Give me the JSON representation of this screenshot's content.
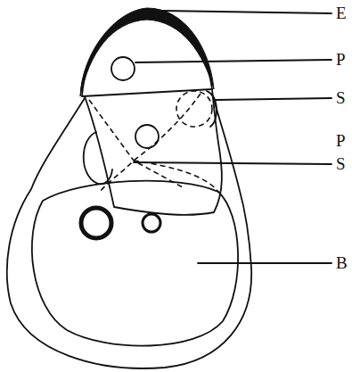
{
  "diagram": {
    "labels": [
      "E",
      "P",
      "S",
      "P",
      "S",
      "B"
    ]
  }
}
